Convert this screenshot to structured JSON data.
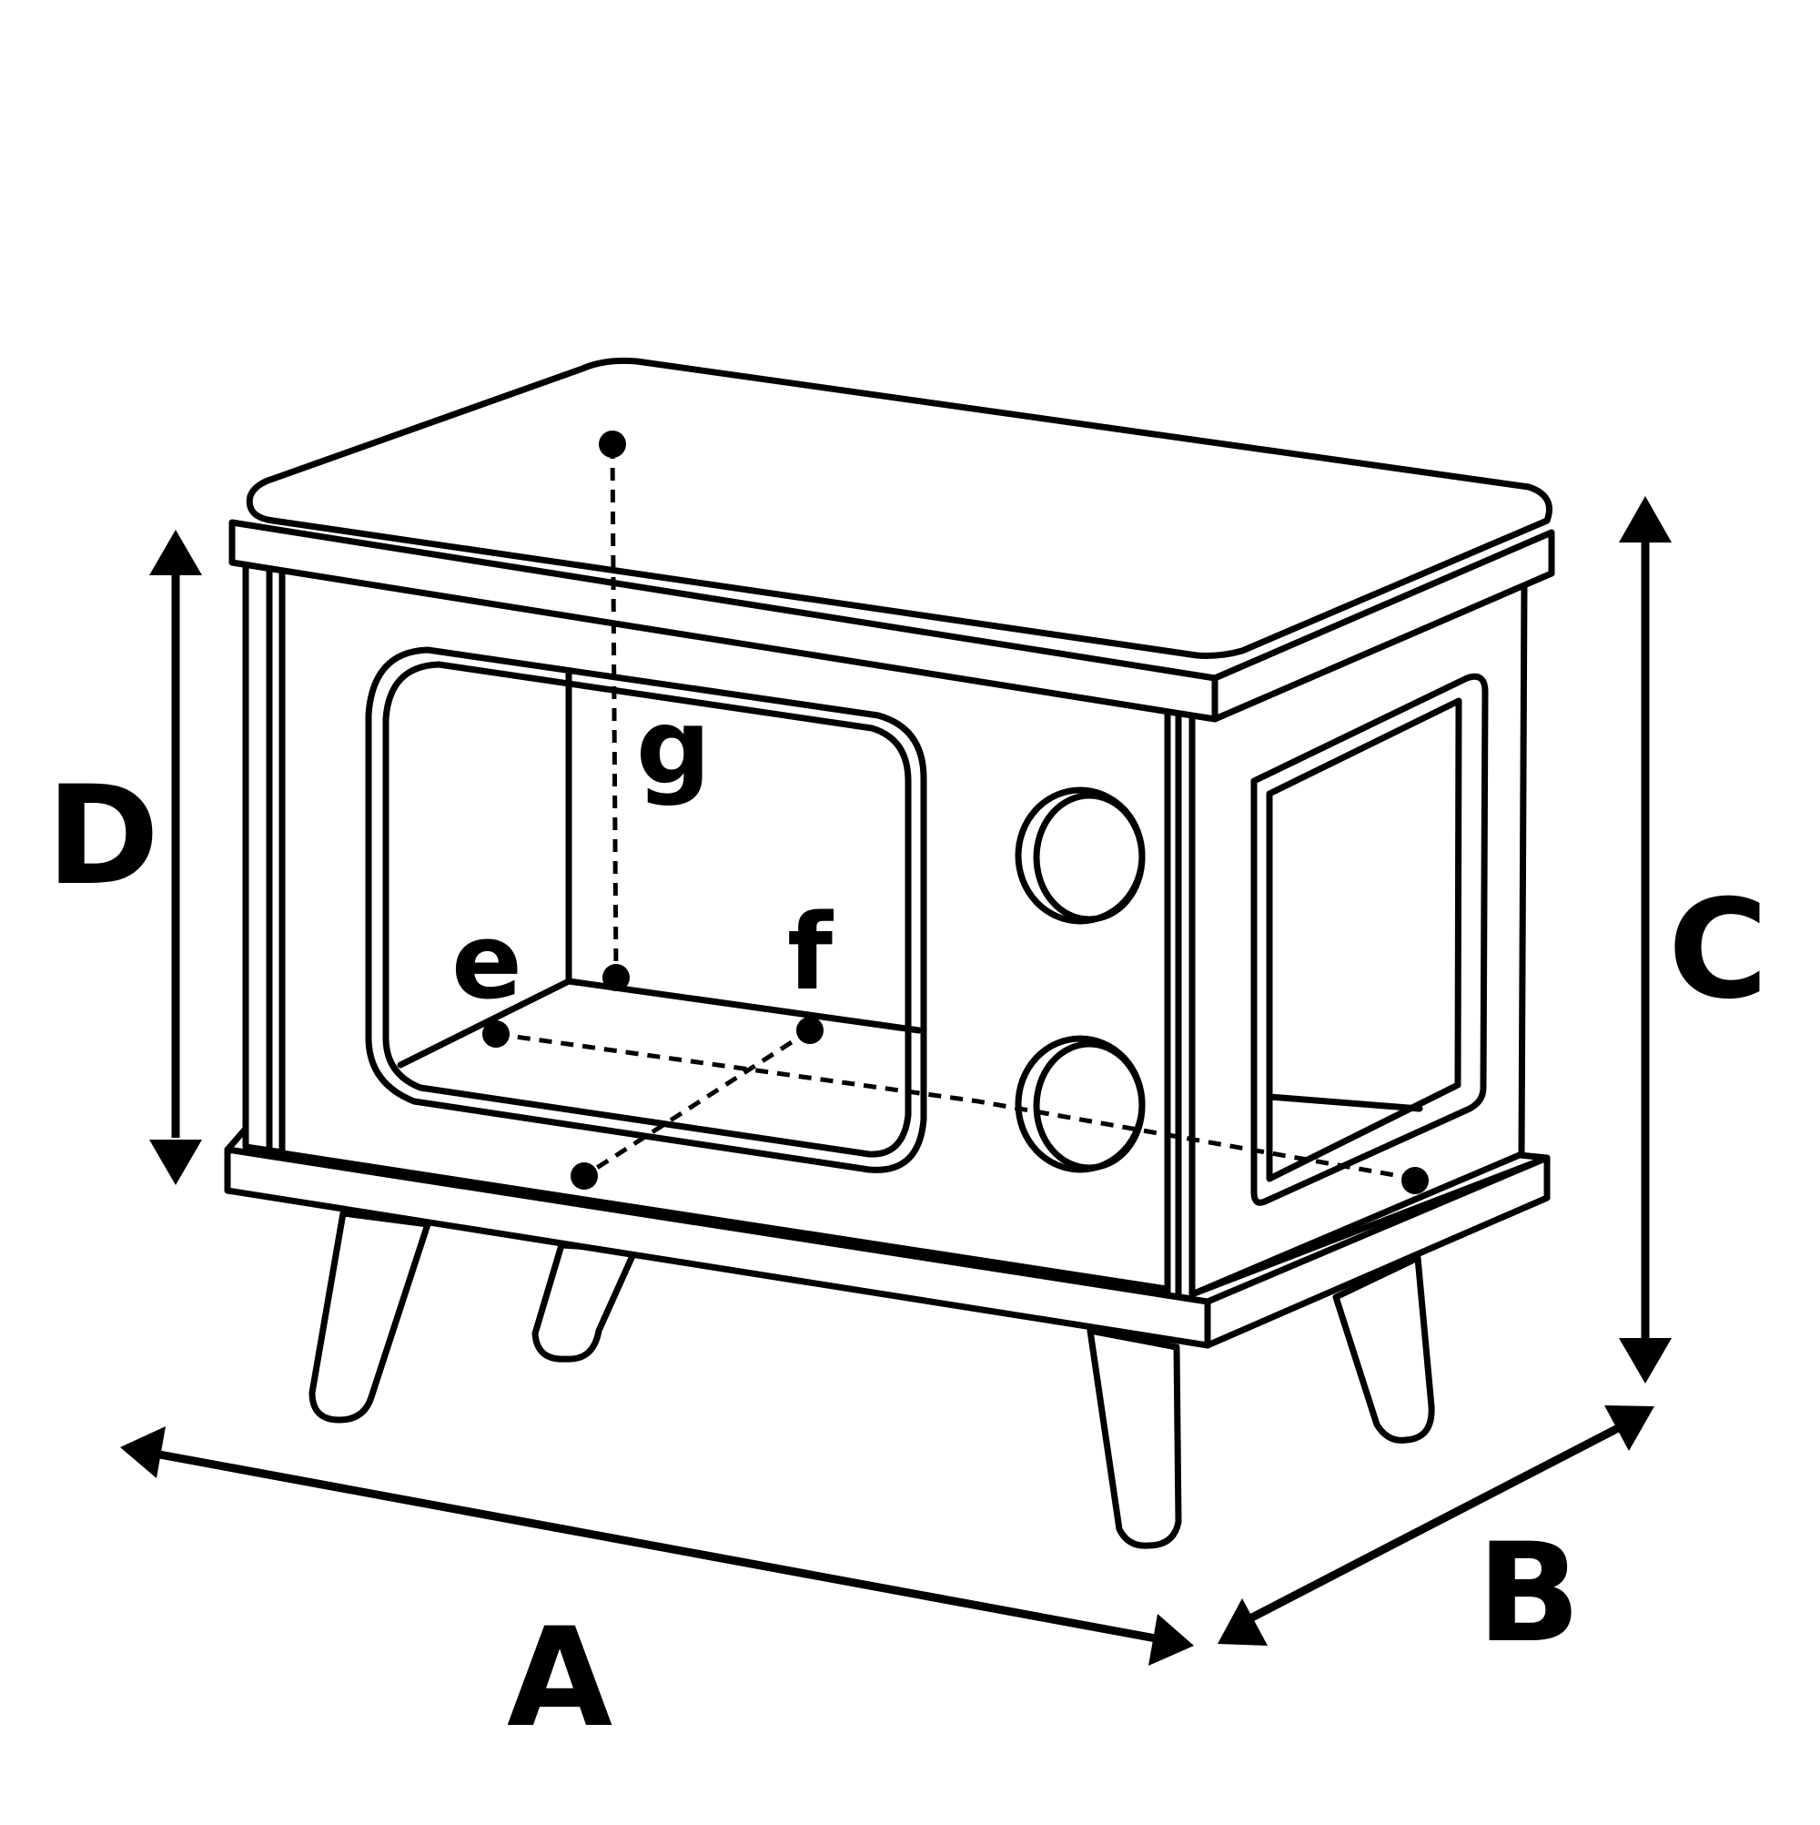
{
  "diagram": {
    "colors": {
      "line": "#000000",
      "background": "#ffffff"
    },
    "dimension_labels": {
      "A": "A",
      "B": "B",
      "C": "C",
      "D": "D"
    },
    "point_labels": {
      "e": "e",
      "f": "f",
      "g": "g"
    }
  }
}
